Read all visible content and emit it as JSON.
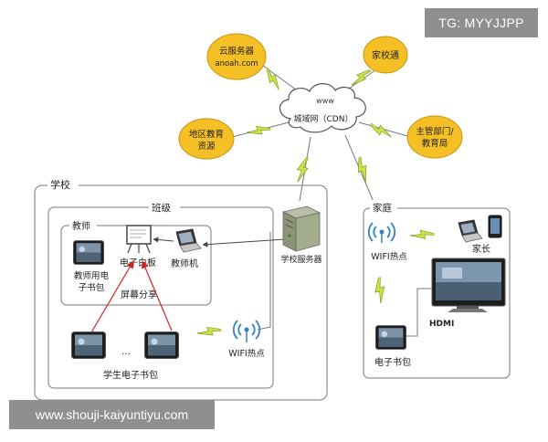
{
  "badge": {
    "text": "TG: MYYJJPP"
  },
  "watermark": {
    "text": "www.shouji-kaiyuntiyu.com"
  },
  "cloud": {
    "www": "www",
    "label": "城域网（CDN）",
    "nodes": {
      "cloud_service": [
        "云服务器",
        "anoah.com"
      ],
      "jiaxiaotong": [
        "家校通"
      ],
      "region_edu": [
        "地区教育",
        "资源"
      ],
      "bureau": [
        "主管部门/",
        "教育局"
      ]
    }
  },
  "school": {
    "title": "学校",
    "class_title": "班级",
    "teacher_title": "教师",
    "teacher_ebag": [
      "教师用电",
      "子书包"
    ],
    "whiteboard": "电子白板",
    "teacher_pc": "教师机",
    "screen_share": "屏幕分享",
    "ellipsis": "…",
    "student_bag": "学生电子书包",
    "wifi": "WIFI热点",
    "server": "学校服务器"
  },
  "home": {
    "title": "家庭",
    "wifi": "WIFI热点",
    "parent": "家长",
    "hdmi": "HDMI",
    "ebag": "电子书包"
  },
  "colors": {
    "ellipse_fill": "#f5c026",
    "ellipse_stroke": "#c8960c",
    "bolt_fill": "#c9e44a",
    "bolt_stroke": "#7e9a18",
    "arrow_red": "#d22020",
    "frame": "#7a7a7a",
    "wifi_blue": "#2f82c7"
  }
}
